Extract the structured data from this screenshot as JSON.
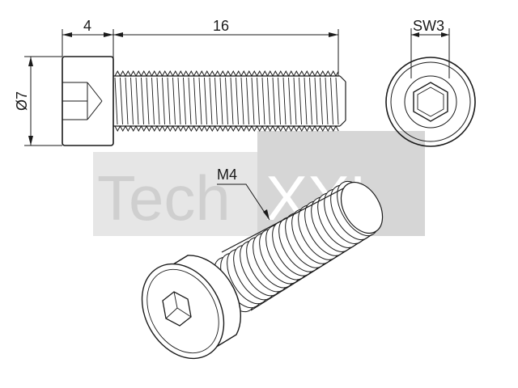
{
  "watermark": {
    "left": "Tech",
    "right": "XXL"
  },
  "dimensions": {
    "head_length": "4",
    "thread_length": "16",
    "head_diameter": "Ø7",
    "wrench_size": "SW3",
    "thread_spec": "M4"
  },
  "colors": {
    "line": "#1a1a1a",
    "watermark_band": "#e4e4e4",
    "watermark_box": "#d7d7d7",
    "watermark_text": "#ffffff",
    "watermark_text_left": "#d9d9d9"
  }
}
